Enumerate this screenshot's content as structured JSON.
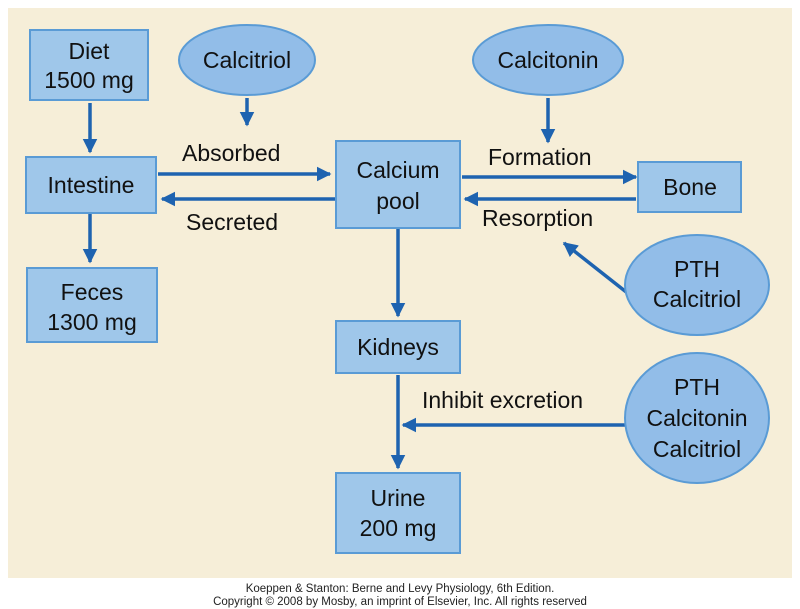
{
  "colors": {
    "background": "#f6eed8",
    "box_fill": "#9fc7ea",
    "box_border": "#5a9bd5",
    "ellipse_fill": "#92bde8",
    "arrow": "#1e63b0",
    "text": "#111111"
  },
  "nodes": {
    "diet": {
      "line1": "Diet",
      "line2": "1500 mg"
    },
    "intestine": {
      "label": "Intestine"
    },
    "feces": {
      "line1": "Feces",
      "line2": "1300 mg"
    },
    "calcium_pool": {
      "line1": "Calcium",
      "line2": "pool"
    },
    "bone": {
      "label": "Bone"
    },
    "kidneys": {
      "label": "Kidneys"
    },
    "urine": {
      "line1": "Urine",
      "line2": "200 mg"
    }
  },
  "regulators": {
    "calcitriol": {
      "label": "Calcitriol"
    },
    "calcitonin": {
      "label": "Calcitonin"
    },
    "pth_calcitriol": {
      "line1": "PTH",
      "line2": "Calcitriol"
    },
    "pth_calcitonin_calcitriol": {
      "line1": "PTH",
      "line2": "Calcitonin",
      "line3": "Calcitriol"
    }
  },
  "edge_labels": {
    "absorbed": "Absorbed",
    "secreted": "Secreted",
    "formation": "Formation",
    "resorption": "Resorption",
    "inhibit_excretion": "Inhibit excretion"
  },
  "credit": {
    "line1": "Koeppen & Stanton: Berne and Levy Physiology, 6th Edition.",
    "line2": "Copyright © 2008 by Mosby, an imprint of Elsevier, Inc. All rights reserved"
  }
}
